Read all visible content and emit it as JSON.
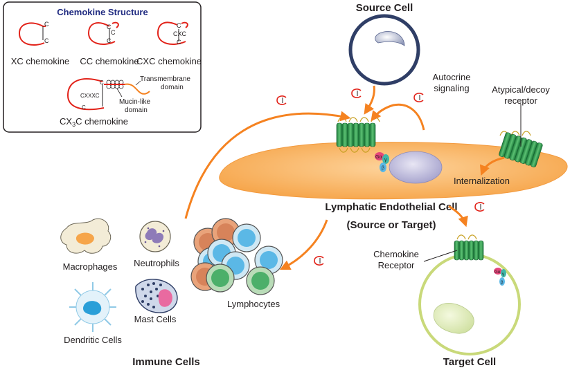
{
  "legend": {
    "title": "Chemokine Structure",
    "xc": "XC chemokine",
    "cc": "CC chemokine",
    "cxc": "CXC chemokine",
    "cx3c_prefix": "CX",
    "cx3c_sub": "3",
    "cx3c_suffix": "C chemokine",
    "transmembrane_line1": "Transmembrane",
    "transmembrane_line2": "domain",
    "mucin_line1": "Mucin-like",
    "mucin_line2": "domain",
    "motifs": {
      "c": "C",
      "cxc": "CXC",
      "cxxxc": "CXXXC"
    }
  },
  "labels": {
    "source_cell": "Source Cell",
    "autocrine_line1": "Autocrine",
    "autocrine_line2": "signaling",
    "atypical_line1": "Atypical/decoy",
    "atypical_line2": "receptor",
    "internalization": "Internalization",
    "lec_line1": "Lymphatic Endothelial Cell",
    "lec_line2": "(Source or Target)",
    "chemokine_receptor_line1": "Chemokine",
    "chemokine_receptor_line2": "Receptor",
    "target_cell": "Target Cell",
    "immune_cells": "Immune Cells",
    "macrophages": "Macrophages",
    "neutrophils": "Neutrophils",
    "dendritic_cells": "Dendritic Cells",
    "mast_cells": "Mast Cells",
    "lymphocytes": "Lymphocytes",
    "g_alpha": "Gα",
    "g_gamma": "γ",
    "g_beta": "β"
  },
  "colors": {
    "chemokine_red": "#e2231a",
    "arrow_orange": "#f58220",
    "endothelial_fill": "#fbb86a",
    "receptor_green": "#2e9e4f",
    "source_cell_stroke": "#2f3e66",
    "target_cell_stroke": "#c9d97a",
    "legend_title": "#1f2a80"
  }
}
